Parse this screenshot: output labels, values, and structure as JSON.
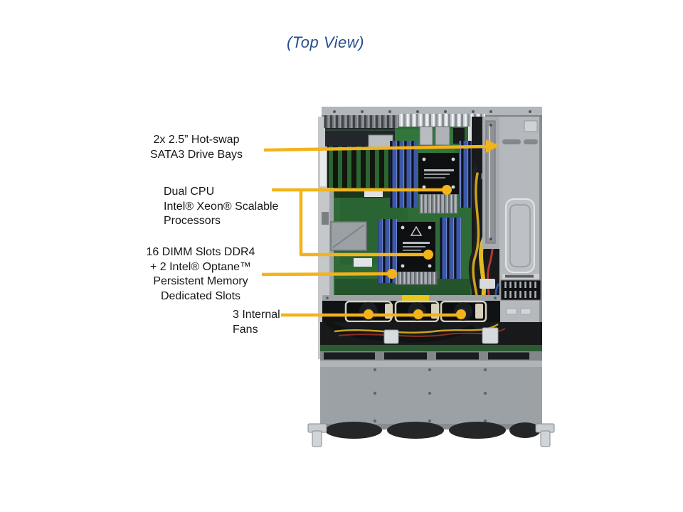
{
  "title": "(Top View)",
  "colors": {
    "title_text": "#254E8F",
    "callout_line": "#F2B31B",
    "label_text": "#171717",
    "background": "#FFFFFF",
    "chassis_gray": "#B5B9BD",
    "motherboard_green": "#2E6B36",
    "dimm_blue": "#3C58A8"
  },
  "callouts": [
    {
      "id": "drive-bays",
      "lines": [
        "2x 2.5” Hot-swap",
        "SATA3 Drive Bays"
      ]
    },
    {
      "id": "dual-cpu",
      "lines": [
        "Dual CPU",
        "Intel® Xeon® Scalable",
        "Processors"
      ]
    },
    {
      "id": "dimm-slots",
      "lines": [
        "16 DIMM Slots DDR4",
        "+ 2 Intel® Optane™",
        "Persistent Memory",
        "Dedicated Slots"
      ]
    },
    {
      "id": "internal-fans",
      "lines": [
        "3 Internal",
        "Fans"
      ]
    }
  ]
}
